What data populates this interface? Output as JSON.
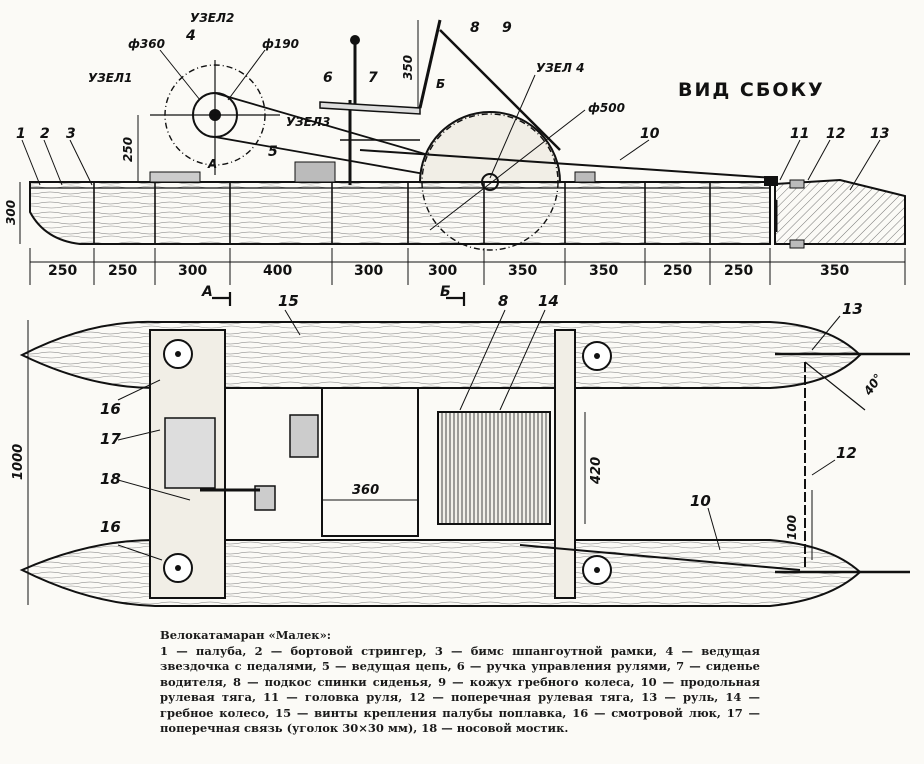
{
  "view_title": "ВИД СБОКУ",
  "side_labels": {
    "uzel1": "УЗЕЛ1",
    "uzel2": "УЗЕЛ2",
    "uzel3": "УЗЕЛ3",
    "uzel4": "УЗЕЛ 4",
    "d360": "ф360",
    "d190": "ф190",
    "d500": "ф500",
    "n1": "1",
    "n2": "2",
    "n3": "3",
    "n4": "4",
    "n5": "5",
    "n6": "6",
    "n7": "7",
    "n8": "8",
    "n9": "9",
    "n10": "10",
    "n11": "11",
    "n12": "12",
    "n13": "13",
    "section_a": "А",
    "section_b": "Б",
    "h250": "250",
    "h300": "300",
    "h350": "350"
  },
  "side_dims": [
    "250",
    "250",
    "300",
    "400",
    "300",
    "300",
    "350",
    "350",
    "250",
    "250",
    "350"
  ],
  "section_marks": {
    "a": "А",
    "b": "Б"
  },
  "plan_labels": {
    "n15": "15",
    "n8": "8",
    "n14": "14",
    "n13": "13",
    "n16a": "16",
    "n16b": "16",
    "n17": "17",
    "n18": "18",
    "n12": "12",
    "n10": "10",
    "w1000": "1000",
    "w420": "420",
    "w360": "360",
    "w100": "100",
    "angle": "40°"
  },
  "caption": {
    "title": "Велокатамаран «Малек»:",
    "text": "1 — палуба, 2 — бортовой стрингер, 3 — бимс шпангоутной рамки, 4 — ведущая звездочка с педалями, 5 — ведущая цепь, 6 — ручка управления рулями, 7 — сиденье водителя, 8 — подкос спинки сиденья, 9 — кожух гребного колеса, 10 — продольная рулевая тяга, 11 — головка руля, 12 — поперечная рулевая тяга, 13 — руль, 14 — гребное колесо, 15 — винты крепления палубы поплавка, 16 — смотровой люк, 17 — поперечная связь (уголок 30×30 мм), 18 — носовой мостик."
  }
}
